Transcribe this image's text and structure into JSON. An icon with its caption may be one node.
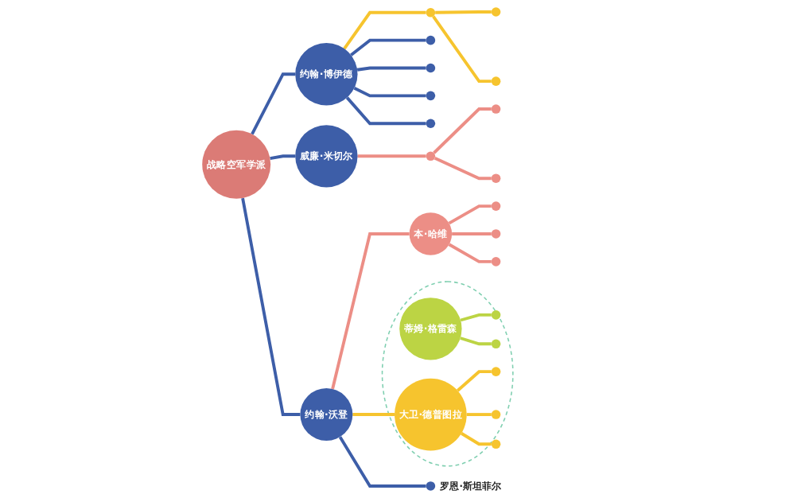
{
  "diagram": {
    "nodes": [
      {
        "text": [],
        "shape": "ellipse"
      },
      {
        "text": [],
        "shape": "circle",
        "in": 0
      },
      {
        "text": [],
        "shape": "circle",
        "in": 0
      },
      {
        "text": [
          "蒂姆·格雷森"
        ],
        "in": 0
      },
      {
        "text": [],
        "shape": "circle",
        "in": 0
      },
      {
        "text": [
          "大卫·德普图拉"
        ],
        "in": 0
      },
      {
        "text": [],
        "shape": "circle",
        "in": 0
      },
      {
        "text": [],
        "shape": "circle",
        "in": 0
      },
      {
        "text": [],
        "shape": "circle"
      },
      {
        "text": [],
        "shape": "circle"
      },
      {
        "text": [],
        "shape": "circle"
      },
      {
        "text": [],
        "shape": "circle"
      },
      {
        "text": [
          "约翰·博伊德"
        ]
      },
      {
        "text": [],
        "shape": "circle"
      },
      {
        "text": [],
        "shape": "circle"
      },
      {
        "text": [],
        "shape": "circle"
      },
      {
        "text": [],
        "shape": "circle"
      },
      {
        "text": [],
        "shape": "circle"
      },
      {
        "text": [],
        "shape": "circle"
      },
      {
        "text": [
          "战略空军学派"
        ]
      },
      {
        "text": [
          "威廉·米切尔"
        ]
      },
      {
        "text": [],
        "shape": "circle"
      },
      {
        "text": [],
        "shape": "circle"
      },
      {
        "text": [],
        "shape": "circle"
      },
      {
        "text": [
          "本·哈维"
        ]
      },
      {
        "text": [
          "约翰·沃登"
        ]
      },
      {
        "text": [],
        "shape": "circle",
        "beside": [
          "罗恩·斯坦菲尔"
        ]
      }
    ],
    "edges": [
      {
        "from": 3,
        "to": 1,
        "arrow": "none",
        "color": "#bcd444"
      },
      {
        "from": 3,
        "to": 2,
        "arrow": "none",
        "color": "#bcd444"
      },
      {
        "from": 5,
        "to": 4,
        "arrow": "none",
        "color": "#f6c42e"
      },
      {
        "from": 5,
        "to": 6,
        "arrow": "none",
        "color": "#f6c42e"
      },
      {
        "from": 5,
        "to": 7,
        "arrow": "none",
        "color": "#f6c42e"
      },
      {
        "from": 9,
        "to": 10,
        "arrow": "none",
        "color": "#f6c42e"
      },
      {
        "from": 9,
        "to": 11,
        "arrow": "none",
        "color": "#f6c42e"
      },
      {
        "from": 12,
        "to": 9,
        "arrow": "none",
        "color": "#f6c42e"
      },
      {
        "from": 12,
        "to": 8,
        "arrow": "none"
      },
      {
        "from": 12,
        "to": 13,
        "arrow": "none"
      },
      {
        "from": 12,
        "to": 14,
        "arrow": "none"
      },
      {
        "from": 12,
        "to": 15,
        "arrow": "none"
      },
      {
        "from": 19,
        "to": 12,
        "arrow": "none"
      },
      {
        "from": 19,
        "to": 20,
        "arrow": "none"
      },
      {
        "from": 20,
        "to": 21,
        "arrow": "none",
        "color": "#ec8e86"
      },
      {
        "from": 21,
        "to": 22,
        "arrow": "none",
        "color": "#ec8e86"
      },
      {
        "from": 21,
        "to": 23,
        "arrow": "none",
        "color": "#ec8e86"
      },
      {
        "from": 19,
        "to": 25,
        "arrow": "none"
      },
      {
        "from": 25,
        "to": 24,
        "arrow": "none",
        "color": "#ec8e86"
      },
      {
        "from": 24,
        "to": 16,
        "arrow": "none",
        "color": "#ec8e86"
      },
      {
        "from": 24,
        "to": 17,
        "arrow": "none",
        "color": "#ec8e86"
      },
      {
        "from": 24,
        "to": 18,
        "arrow": "none",
        "color": "#ec8e86"
      },
      {
        "from": 25,
        "to": 5,
        "arrow": "none",
        "color": "#f6c42e"
      },
      {
        "from": 25,
        "to": 26,
        "arrow": "none"
      }
    ]
  }
}
